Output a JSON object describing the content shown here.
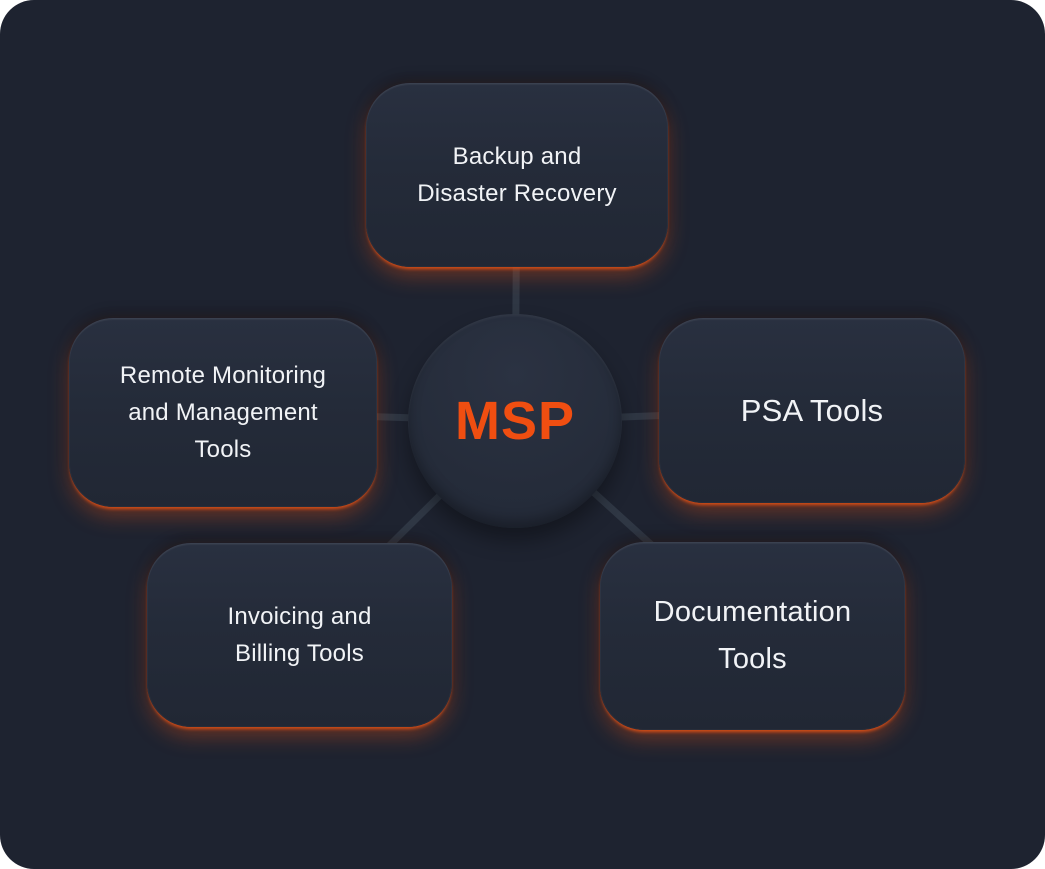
{
  "diagram": {
    "hub": {
      "label": "MSP"
    },
    "nodes": [
      {
        "id": "backup-and-disaster-recovery",
        "position": "top",
        "label": "Backup and Disaster Recovery",
        "lines": [
          "Backup and",
          "Disaster Recovery"
        ]
      },
      {
        "id": "remote-monitoring-and-management-tools",
        "position": "left",
        "label": "Remote Monitoring and Management Tools",
        "lines": [
          "Remote Monitoring",
          "and Management",
          "Tools"
        ]
      },
      {
        "id": "psa-tools",
        "position": "right",
        "label": "PSA Tools",
        "lines": [
          "PSA Tools"
        ]
      },
      {
        "id": "invoicing-and-billing-tools",
        "position": "bottom-left",
        "label": "Invoicing and Billing Tools",
        "lines": [
          "Invoicing and",
          "Billing Tools"
        ]
      },
      {
        "id": "documentation-tools",
        "position": "bottom-right",
        "label": "Documentation Tools",
        "lines": [
          "Documentation",
          "Tools"
        ]
      }
    ],
    "colors": {
      "canvas": "#ffffff",
      "panel_background": "#1e2330",
      "node_fill": "#242a38",
      "accent_orange": "#f04e11",
      "glow_orange": "#eb5214",
      "text": "#f1f3f6",
      "connector": "#2f3744"
    }
  }
}
